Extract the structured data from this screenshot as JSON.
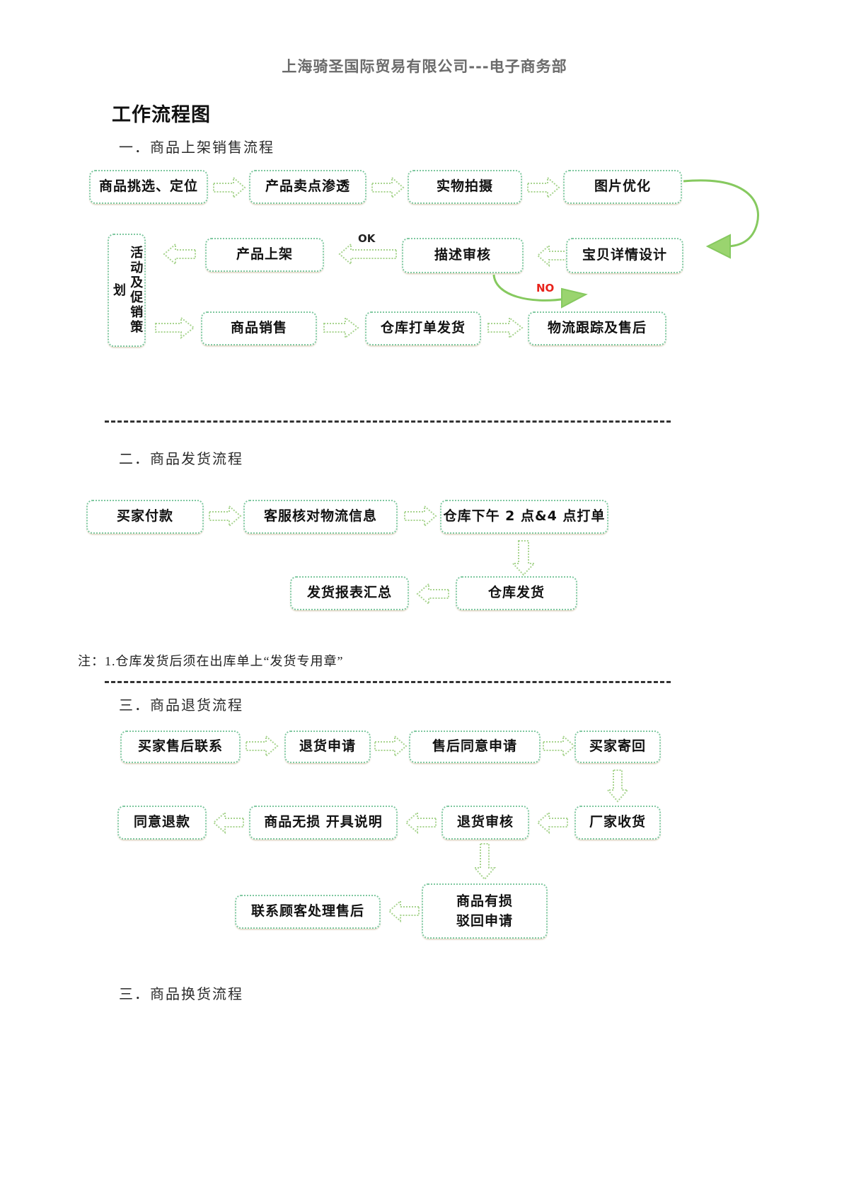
{
  "header": {
    "company_line": "上海骑圣国际贸易有限公司---电子商务部",
    "doc_title": "工作流程图"
  },
  "sections": [
    {
      "heading": "一．商品上架销售流程",
      "nodes": {
        "n1": "商品挑选、定位",
        "n2": "产品卖点渗透",
        "n3": "实物拍摄",
        "n4": "图片优化",
        "n5": "宝贝详情设计",
        "n6": "描述审核",
        "n7": "产品上架",
        "n8": "活动及促销策划",
        "n9": "商品销售",
        "n10": "仓库打单发货",
        "n11": "物流跟踪及售后"
      },
      "labels": {
        "ok": "OK",
        "no": "NO"
      }
    },
    {
      "heading": "二．商品发货流程",
      "nodes": {
        "n1": "买家付款",
        "n2": "客服核对物流信息",
        "n3": "仓库下午 2 点&4 点打单",
        "n4": "仓库发货",
        "n5": "发货报表汇总"
      },
      "note": "注：1.仓库发货后须在出库单上“发货专用章”"
    },
    {
      "heading": "三．商品退货流程",
      "nodes": {
        "n1": "买家售后联系",
        "n2": "退货申请",
        "n3": "售后同意申请",
        "n4": "买家寄回",
        "n5": "厂家收货",
        "n6": "退货审核",
        "n7": "商品无损  开具说明",
        "n8": "同意退款",
        "n9_line1": "商品有损",
        "n9_line2": "驳回申请",
        "n10": "联系顾客处理售后"
      }
    },
    {
      "heading": "三．商品换货流程"
    }
  ],
  "colors": {
    "box_border": "#7fc8a0",
    "arrow_stroke": "#a8d48f",
    "curve_stroke": "#86c95f",
    "no_label": "#e8231b",
    "header_text": "#6b6b6b"
  }
}
